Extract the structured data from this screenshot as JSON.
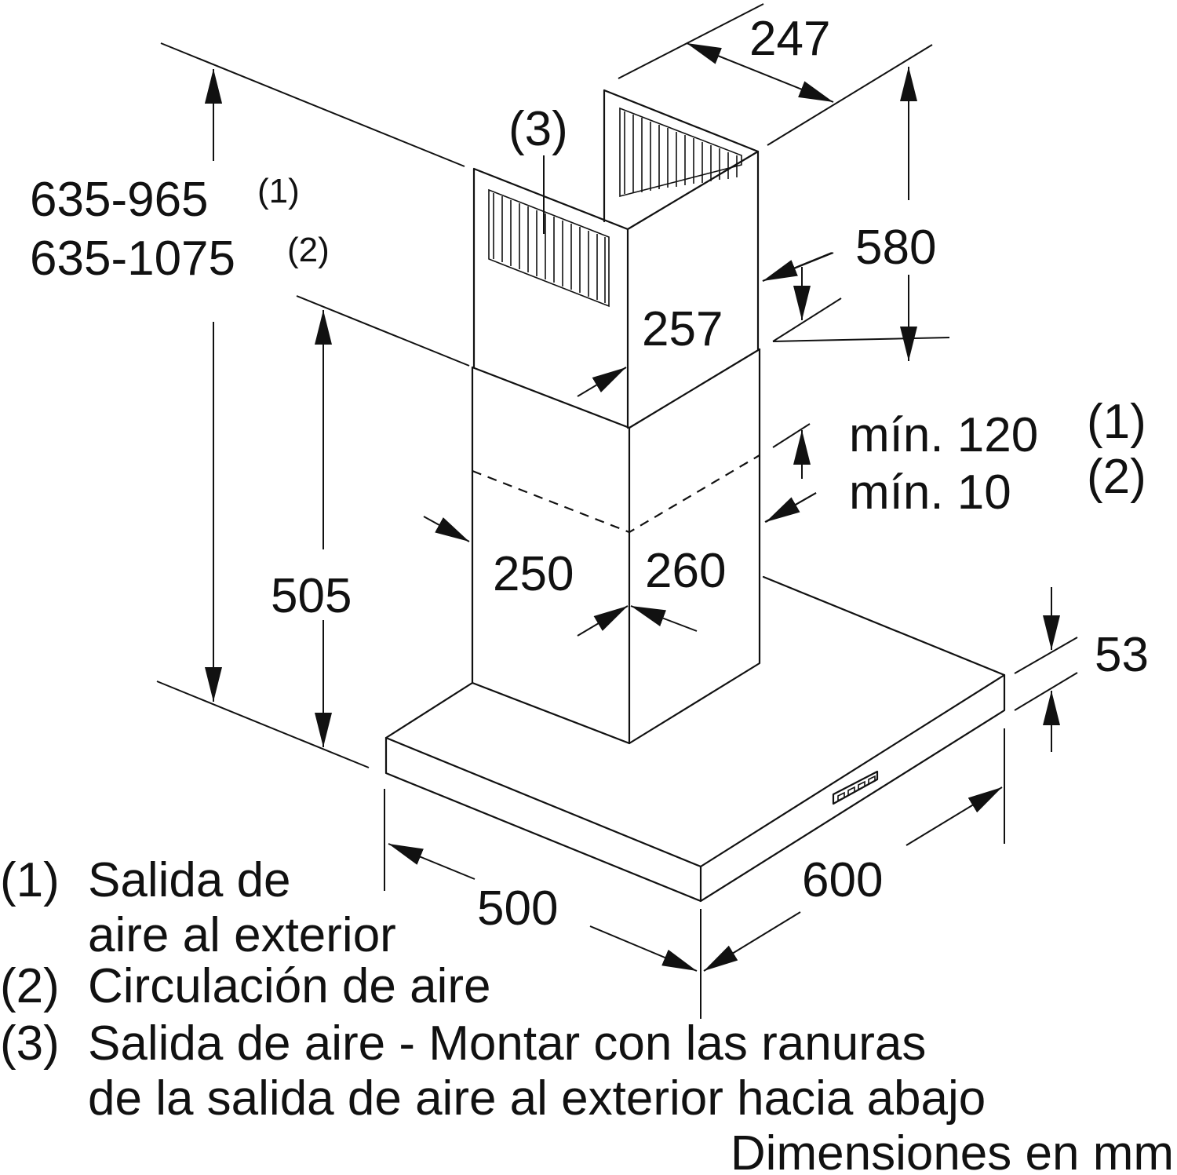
{
  "dimensions": {
    "d247": "247",
    "d580": "580",
    "d635_965": "635-965",
    "d635_1075": "635-1075",
    "note1": "(1)",
    "note2": "(2)",
    "note3": "(3)",
    "d257": "257",
    "d505": "505",
    "min120": "mín. 120",
    "min10": "mín. 10",
    "d250": "250",
    "d260": "260",
    "d53": "53",
    "d500": "500",
    "d600": "600"
  },
  "legend": [
    {
      "num": "(1)",
      "lines": [
        "Salida de",
        "aire al exterior"
      ]
    },
    {
      "num": "(2)",
      "lines": [
        "Circulación de aire"
      ]
    },
    {
      "num": "(3)",
      "lines": [
        "Salida de aire - Montar con las ranuras",
        "de la salida de aire al exterior hacia abajo"
      ]
    }
  ],
  "units_note": "Dimensiones en mm"
}
